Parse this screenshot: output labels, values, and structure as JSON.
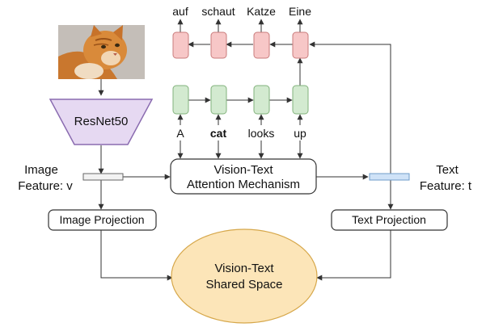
{
  "output_words": [
    "auf",
    "schaut",
    "Katze",
    "Eine"
  ],
  "input_words": [
    "A",
    "cat",
    "looks",
    "up"
  ],
  "highlight_word_color": "#e4432b",
  "encoder": {
    "label": "ResNet50",
    "fill": "#e6d9f2",
    "stroke": "#8a6bb0"
  },
  "image": {
    "label": "cat-photo"
  },
  "image_feature": {
    "line1": "Image",
    "line2": "Feature: v",
    "bar_fill": "#f2f2f2"
  },
  "text_feature": {
    "line1": "Text",
    "line2": "Feature: t",
    "bar_fill": "#cfe2f7",
    "bar_stroke": "#6f9cc9"
  },
  "attention": {
    "line1": "Vision-Text",
    "line2": "Attention Mechanism"
  },
  "image_projection": {
    "label": "Image Projection"
  },
  "text_projection": {
    "label": "Text Projection"
  },
  "shared_space": {
    "line1": "Vision-Text",
    "line2": "Shared Space",
    "fill": "#fce5b8",
    "stroke": "#d6a74a"
  },
  "decoder_colors": {
    "fill": "#f7c7c7",
    "stroke": "#c97b7b"
  },
  "encoder_rnn_colors": {
    "fill": "#d3ead0",
    "stroke": "#82b27b"
  }
}
